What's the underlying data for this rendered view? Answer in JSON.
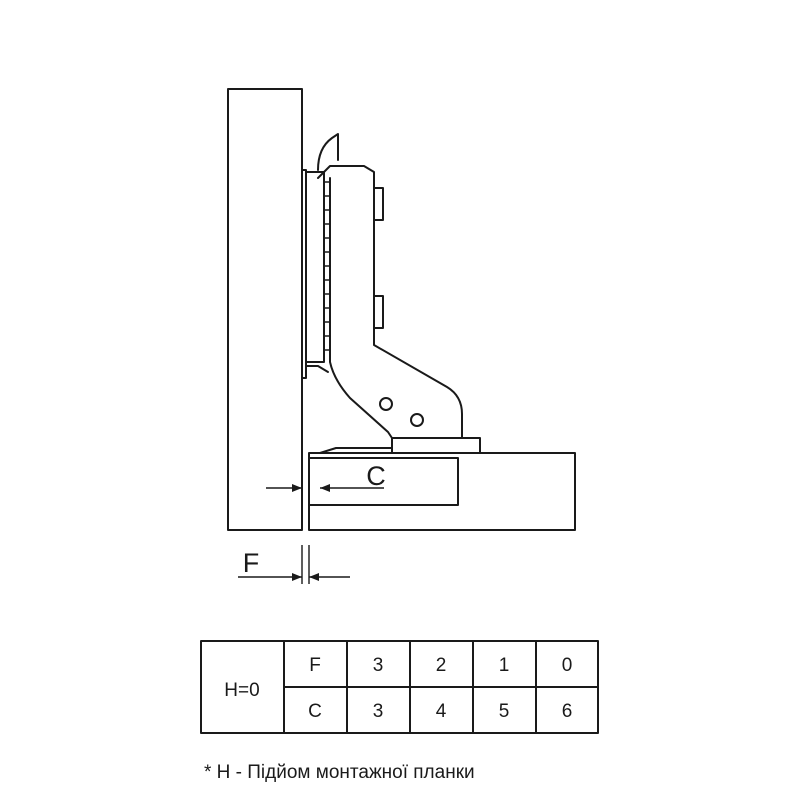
{
  "labels": {
    "c": "C",
    "f": "F"
  },
  "table": {
    "h_label": "H=0",
    "rows": [
      {
        "name": "F",
        "values": [
          "3",
          "2",
          "1",
          "0"
        ]
      },
      {
        "name": "C",
        "values": [
          "3",
          "4",
          "5",
          "6"
        ]
      }
    ]
  },
  "footnote": "* H - Підйом монтажної планки",
  "colors": {
    "line": "#1a1a1a",
    "background": "#ffffff"
  }
}
